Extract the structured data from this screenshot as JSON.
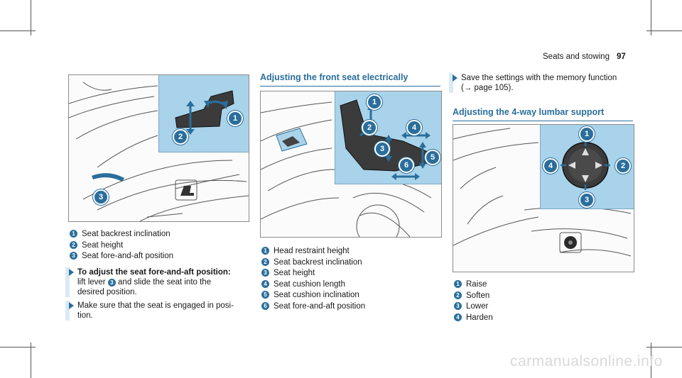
{
  "header": {
    "section_title": "Seats and stowing",
    "page_number": "97"
  },
  "colors": {
    "accent": "#2a6e9c",
    "inset_blue": "#a9d3ea",
    "step_bar": "#dbe9f4"
  },
  "column1": {
    "figure_callouts": [
      "1",
      "2",
      "3"
    ],
    "legend": [
      {
        "num": "1",
        "text": "Seat backrest inclination"
      },
      {
        "num": "2",
        "text": "Seat height"
      },
      {
        "num": "3",
        "text": "Seat fore-and-aft position"
      }
    ],
    "step1": {
      "title": "To adjust the seat fore-and-aft position:",
      "line1_a": "lift lever",
      "lever_ref": "3",
      "line1_b": "and slide the seat into the",
      "line2": "desired position."
    },
    "step2": {
      "line1": "Make sure that the seat is engaged in posi-",
      "line2": "tion."
    }
  },
  "column2": {
    "heading": "Adjusting the front seat electrically",
    "figure_callouts": [
      "1",
      "2",
      "3",
      "4",
      "5",
      "6"
    ],
    "legend": [
      {
        "num": "1",
        "text": "Head restraint height"
      },
      {
        "num": "2",
        "text": "Seat backrest inclination"
      },
      {
        "num": "3",
        "text": "Seat height"
      },
      {
        "num": "4",
        "text": "Seat cushion length"
      },
      {
        "num": "5",
        "text": "Seat cushion inclination"
      },
      {
        "num": "6",
        "text": "Seat fore-and-aft position"
      }
    ]
  },
  "column3": {
    "step": {
      "line1": "Save the settings with the memory function",
      "line2": "(→ page 105)."
    },
    "heading": "Adjusting the 4-way lumbar support",
    "figure_callouts": [
      "1",
      "2",
      "3",
      "4"
    ],
    "legend": [
      {
        "num": "1",
        "text": "Raise"
      },
      {
        "num": "2",
        "text": "Soften"
      },
      {
        "num": "3",
        "text": "Lower"
      },
      {
        "num": "4",
        "text": "Harden"
      }
    ]
  },
  "watermark": "carmanualsonline.info"
}
